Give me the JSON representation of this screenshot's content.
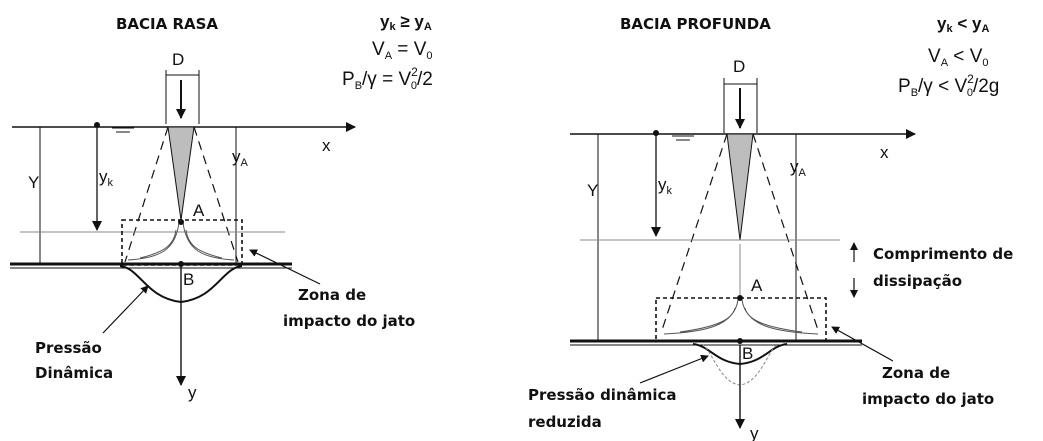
{
  "left": {
    "title": "BACIA RASA",
    "eq1": {
      "a": "y",
      "a_sub": "k",
      "op": " ≥ ",
      "b": "y",
      "b_sub": "A"
    },
    "eq2": {
      "a": "V",
      "a_sub": "A",
      "op": " = ",
      "b": "V",
      "b_sub": "0"
    },
    "eq3": {
      "a": "P",
      "a_sub": "B",
      "mid": "/γ = V",
      "sup": "2",
      "sub": "0",
      "tail": "/2"
    },
    "labels": {
      "D": "D",
      "x": "x",
      "Y": "Y",
      "yk": "y",
      "yk_sub": "k",
      "yA": "y",
      "yA_sub": "A",
      "A": "A",
      "B": "B",
      "y": "y"
    },
    "notes": {
      "zona": [
        "Zona de",
        "impacto do jato"
      ],
      "pressao": [
        "Pressão",
        "Dinâmica"
      ]
    }
  },
  "right": {
    "title": "BACIA PROFUNDA",
    "eq1": {
      "a": "y",
      "a_sub": "k",
      "op": " < ",
      "b": "y",
      "b_sub": "A"
    },
    "eq2": {
      "a": "V",
      "a_sub": "A",
      "op": " < ",
      "b": "V",
      "b_sub": "0"
    },
    "eq3": {
      "a": "P",
      "a_sub": "B",
      "mid": "/γ < V",
      "sup": "2",
      "sub": "0",
      "tail": "/2g"
    },
    "labels": {
      "D": "D",
      "x": "x",
      "Y": "Y",
      "yk": "y",
      "yk_sub": "k",
      "yA": "y",
      "yA_sub": "A",
      "A": "A",
      "B": "B",
      "y": "y"
    },
    "notes": {
      "comprimento": [
        "Comprimento de",
        "dissipação"
      ],
      "zona": [
        "Zona de",
        "impacto do jato"
      ],
      "pressao": [
        "Pressão  dinâmica",
        "reduzida"
      ]
    }
  },
  "colors": {
    "line": "#111111",
    "jet": "#bbbbbb",
    "grid": "#888888"
  }
}
